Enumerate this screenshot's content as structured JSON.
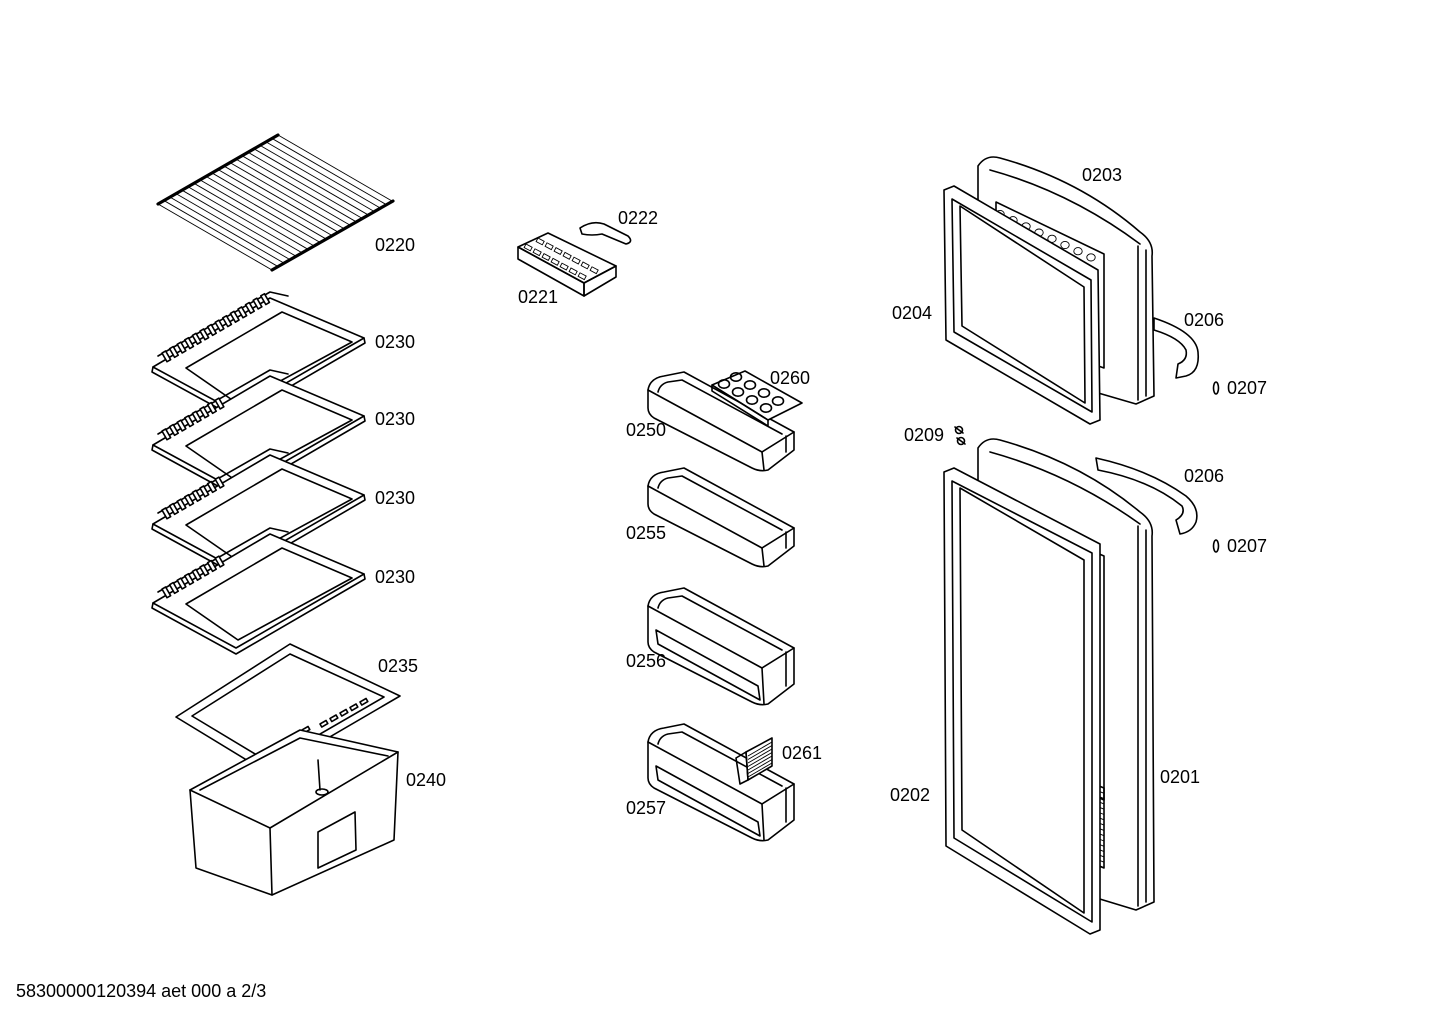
{
  "labels": {
    "p0220": "0220",
    "p0221": "0221",
    "p0222": "0222",
    "p0230a": "0230",
    "p0230b": "0230",
    "p0230c": "0230",
    "p0230d": "0230",
    "p0235": "0235",
    "p0240": "0240",
    "p0250": "0250",
    "p0255": "0255",
    "p0256": "0256",
    "p0257": "0257",
    "p0260": "0260",
    "p0261": "0261",
    "p0203": "0203",
    "p0204": "0204",
    "p0206a": "0206",
    "p0207a": "0207",
    "p0209": "0209",
    "p0206b": "0206",
    "p0207b": "0207",
    "p0201": "0201",
    "p0202": "0202"
  },
  "footer": "58300000120394 aet 000 a 2/3",
  "colors": {
    "line": "#000000",
    "background": "#ffffff"
  }
}
